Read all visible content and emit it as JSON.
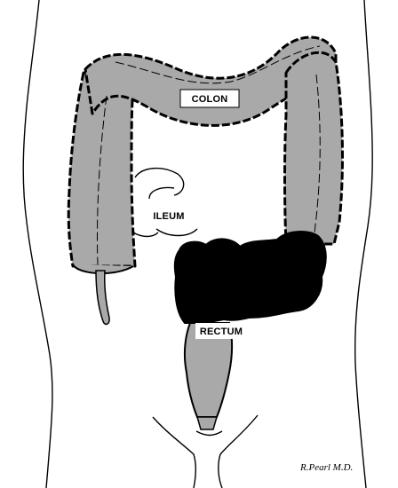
{
  "labels": {
    "colon": "COLON",
    "ileum": "ILEUM",
    "rectum": "RECTUM"
  },
  "signature": "R.Pearl M.D.",
  "colors": {
    "colon_fill": "#a9a9a9",
    "diseased_region": "#000000",
    "outline": "#000000",
    "background": "#ffffff"
  }
}
